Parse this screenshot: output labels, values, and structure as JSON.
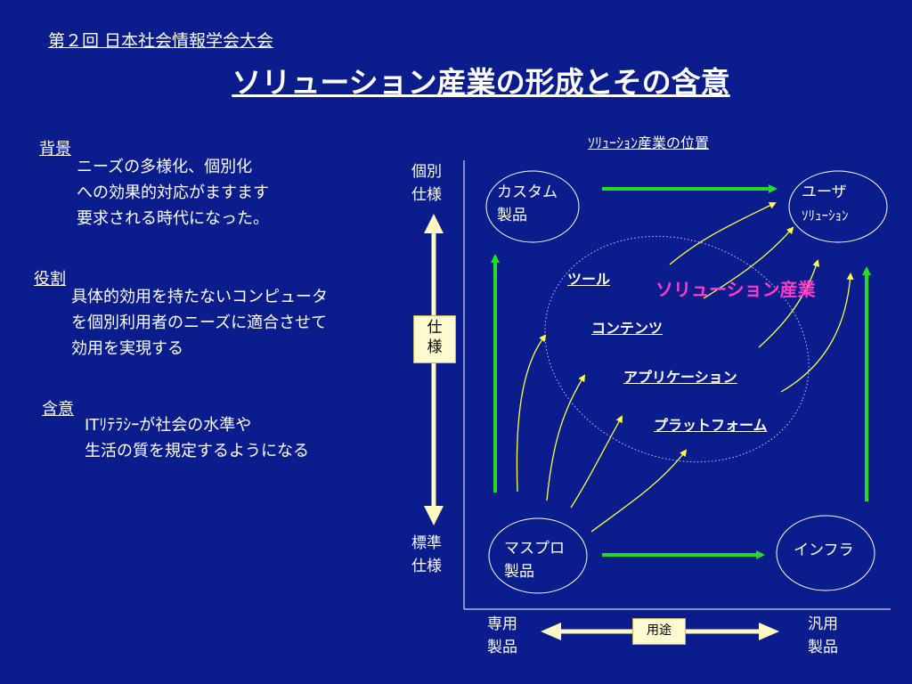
{
  "header": {
    "conference": "第２回 日本社会情報学会大会",
    "title": "ソリューション産業の形成とその含意"
  },
  "sections": {
    "background": {
      "heading": "背景",
      "lines": [
        "ニーズの多様化、個別化",
        "への効果的対応がますます",
        "要求される時代になった。"
      ]
    },
    "role": {
      "heading": "役割",
      "lines": [
        "具体的効用を持たないコンピュータ",
        "を個別利用者のニーズに適合させて",
        "効用を実現する"
      ]
    },
    "implication": {
      "heading": "含意",
      "lines": [
        "ITﾘﾃﾗｼｰが社会の水準や",
        "生活の質を規定するようになる"
      ]
    }
  },
  "diagram": {
    "title": "ｿﾘｭｰｼｮﾝ産業の位置",
    "y_axis": {
      "top": [
        "個別",
        "仕様"
      ],
      "bottom": [
        "標準",
        "仕様"
      ],
      "box": [
        "仕",
        "様"
      ]
    },
    "x_axis": {
      "left": [
        "専用",
        "製品"
      ],
      "right": [
        "汎用",
        "製品"
      ],
      "box": "用途"
    },
    "nodes": {
      "custom": [
        "カスタム",
        "製品"
      ],
      "user": [
        "ユーザ",
        "ｿﾘｭｰｼｮﾝ"
      ],
      "mass": [
        "マスプロ",
        "製品"
      ],
      "infra": "インフラ"
    },
    "solution_group": {
      "label": "ソリューション産業",
      "items": [
        "ツール",
        "コンテンツ",
        "アプリケーション",
        "プラットフォーム"
      ]
    },
    "colors": {
      "arrow_green": "#22dd22",
      "arrow_yellow": "#ffff44",
      "axis_yellow": "#fff8c0",
      "solution_pink": "#ff3cc8"
    }
  }
}
